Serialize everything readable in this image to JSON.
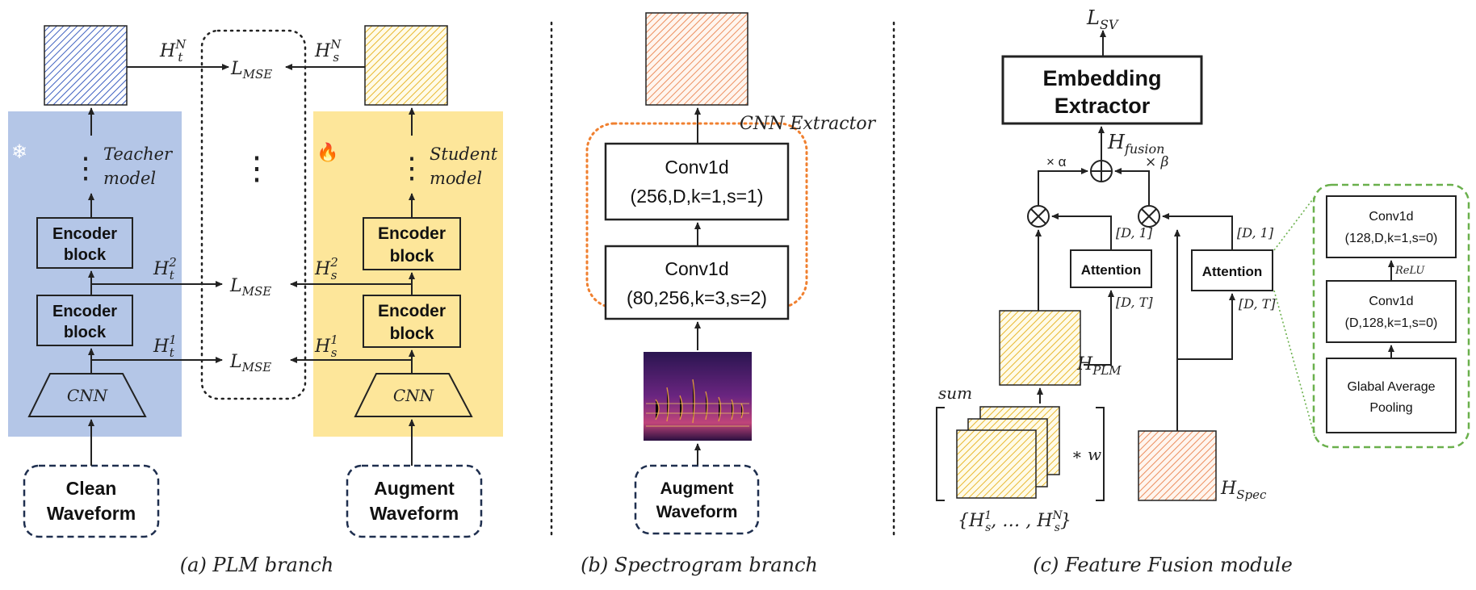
{
  "panel_a": {
    "caption": "(a) PLM branch",
    "teacher_label_1": "Teacher",
    "teacher_label_2": "model",
    "student_label_1": "Student",
    "student_label_2": "model",
    "encoder_label_1": "Encoder",
    "encoder_label_2": "block",
    "cnn_label": "CNN",
    "clean_1": "Clean",
    "clean_2": "Waveform",
    "augment_1": "Augment",
    "augment_2": "Waveform",
    "h_t": "H",
    "h_s": "H",
    "sub_t": "t",
    "sub_s": "s",
    "sup_n": "N",
    "sup_2": "2",
    "sup_1": "1",
    "l": "L",
    "mse": "MSE",
    "dots": "⋮",
    "snowflake": "❄",
    "fire": "🔥"
  },
  "panel_b": {
    "caption": "(b) Spectrogram branch",
    "cnn_extractor": "CNN Extractor",
    "conv_a_1": "Conv1d",
    "conv_a_2": "(256,D,k=1,s=1)",
    "conv_b_1": "Conv1d",
    "conv_b_2": "(80,256,k=3,s=2)",
    "augment_1": "Augment",
    "augment_2": "Waveform"
  },
  "panel_c": {
    "caption": "(c) Feature Fusion module",
    "l_sv": "L",
    "sv_sub": "SV",
    "embedding_1": "Embedding",
    "embedding_2": "Extractor",
    "h_fusion": "H",
    "fusion_sub": "fusion",
    "times_alpha": "× α",
    "times_beta": "× β",
    "attention": "Attention",
    "d1": "[D, 1]",
    "dt": "[D, T]",
    "h_plm": "H",
    "plm_sub": "PLM",
    "h_spec": "H",
    "spec_sub": "Spec",
    "sum": "sum",
    "times_w": "∗ w",
    "set_open": "{H",
    "set_mid": ", … , H",
    "set_close": "}",
    "set_sub": "s",
    "set_sup1": "1",
    "set_supn": "N",
    "zoom_conv_a_1": "Conv1d",
    "zoom_conv_a_2": "(128,D,k=1,s=0)",
    "relu": "ReLU",
    "zoom_conv_b_1": "Conv1d",
    "zoom_conv_b_2": "(D,128,k=1,s=0)",
    "gap_1": "Glabal Average",
    "gap_2": "Pooling"
  },
  "colors": {
    "teacher_bg": "#b4c6e7",
    "student_bg": "#fde69a",
    "teacher_hatch": "#3d5fc0",
    "student_hatch": "#e8b830",
    "spec_hatch": "#ec8f5f",
    "box_border": "#222222",
    "dash_navy": "#1f2f4f",
    "orange_dotted": "#f08030",
    "green_dashed": "#6ab04c"
  }
}
